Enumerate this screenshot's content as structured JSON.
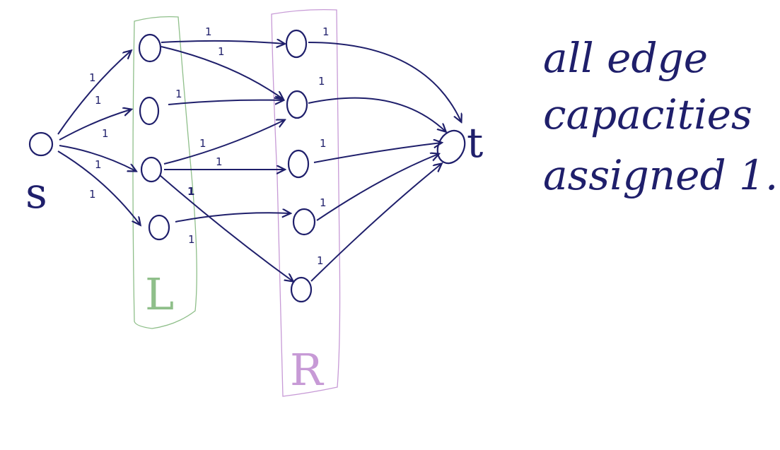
{
  "node_labels": {
    "source": "s",
    "sink": "t"
  },
  "partitions": {
    "left": {
      "label": "L",
      "color": "#8fbf8a"
    },
    "right": {
      "label": "R",
      "color": "#c79ad6"
    }
  },
  "capacity_label": "1",
  "note": {
    "line1": "all edge",
    "line2": "capacities",
    "line3": "assigned 1."
  },
  "colors": {
    "ink": "#1f1f6b"
  }
}
